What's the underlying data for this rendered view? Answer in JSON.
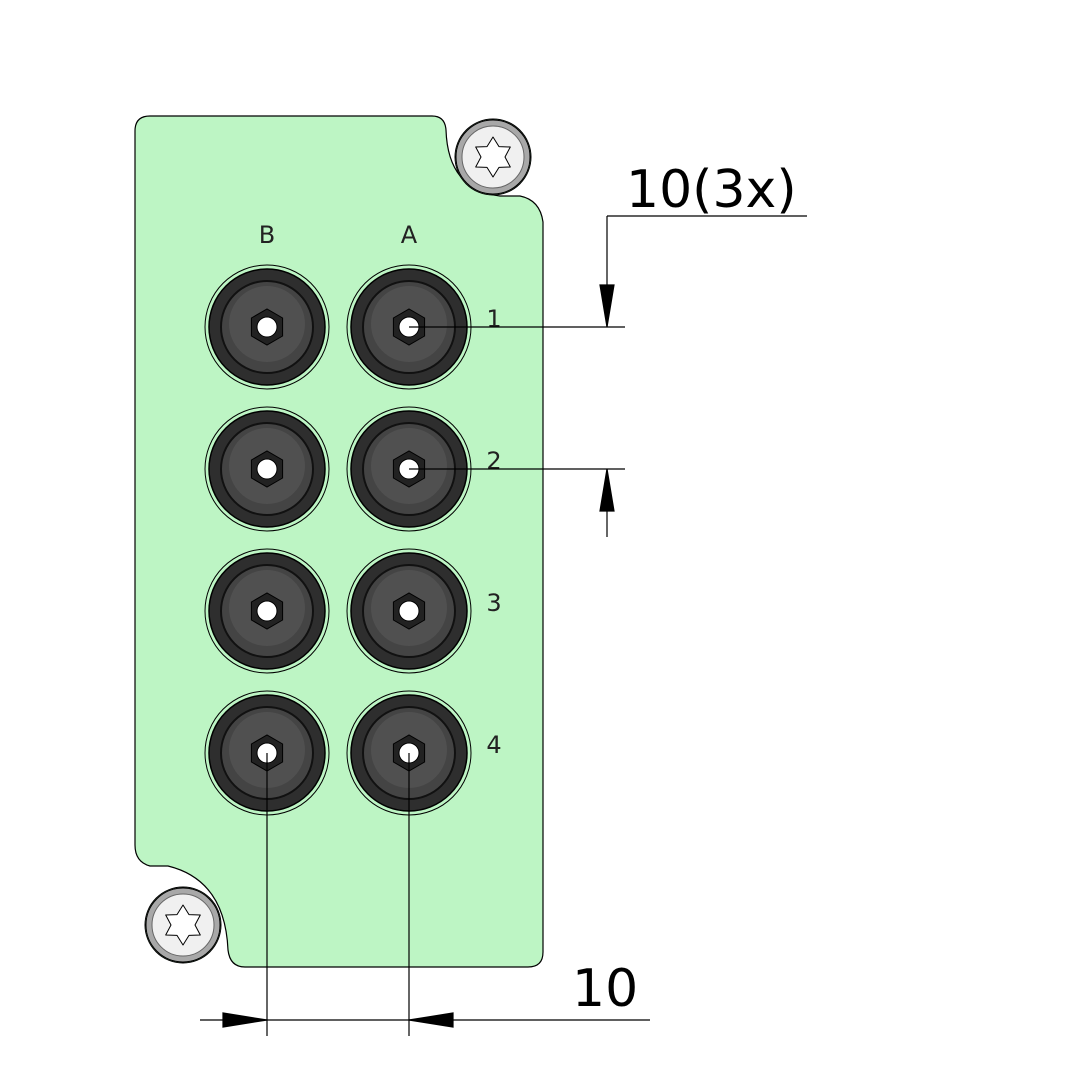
{
  "panel": {
    "color": "#bdf5c4",
    "column_labels": [
      "B",
      "A"
    ],
    "row_labels": [
      "1",
      "2",
      "3",
      "4"
    ]
  },
  "dimensions": {
    "vertical_pitch": "10(3x)",
    "horizontal_pitch": "10"
  }
}
